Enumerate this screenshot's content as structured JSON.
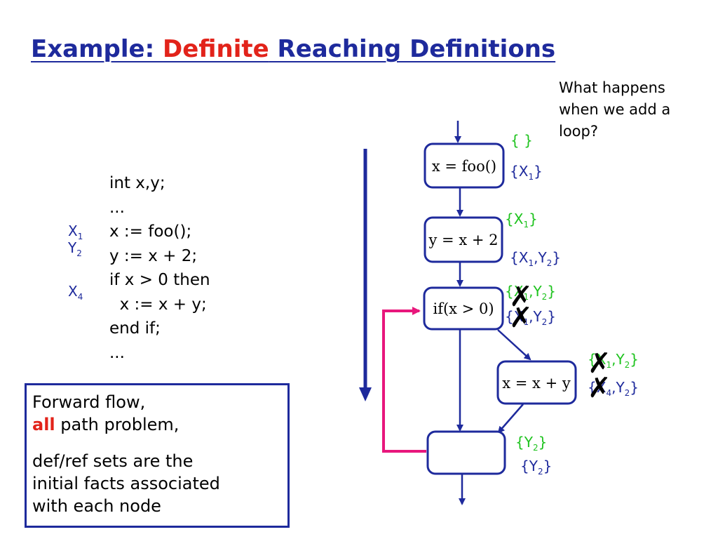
{
  "title": {
    "prefix": "Example: ",
    "highlight": "Definite",
    "suffix": " Reaching Definitions"
  },
  "question": "What happens when we add a loop?",
  "code": {
    "lines": [
      "int x,y;",
      "...",
      "x := foo();",
      "y := x + 2;",
      "if x > 0 then",
      "  x := x + y;",
      "end if;",
      "..."
    ],
    "def_labels": [
      {
        "name": "X",
        "sub": "1"
      },
      {
        "name": "Y",
        "sub": "2"
      },
      {
        "name": "X",
        "sub": "4"
      }
    ]
  },
  "note": {
    "line1": "Forward flow,",
    "line2_highlight": "all",
    "line2_rest": " path problem,",
    "line3": "def/ref sets are the",
    "line4": "initial facts associated",
    "line5": "with each node"
  },
  "flowgraph": {
    "nodes": [
      "x = foo()",
      "y = x + 2",
      "if(x > 0)",
      "x = x + y",
      ""
    ],
    "sets": {
      "n1_in": "{ }",
      "n1_out_name": "X",
      "n1_out_sub": "1",
      "n2_in_name": "X",
      "n2_in_sub": "1",
      "n3_in": {
        "a": "X",
        "a_sub": "1",
        "b": "Y",
        "b_sub": "2"
      },
      "n4_in": {
        "a": "X",
        "a_sub": "1",
        "b": "Y",
        "b_sub": "2"
      },
      "n4_out": {
        "a": "X",
        "a_sub": "4",
        "b": "Y",
        "b_sub": "2"
      },
      "n5_in_name": "Y",
      "n5_in_sub": "2",
      "n5_out_name": "Y",
      "n5_out_sub": "2"
    },
    "colors": {
      "node_border": "#1e2a9c",
      "edge": "#1e2a9c",
      "loop_edge": "#e8177c",
      "in_set": "#1ec31e",
      "out_set": "#1e2a9c",
      "kill_mark": "#000000"
    }
  }
}
